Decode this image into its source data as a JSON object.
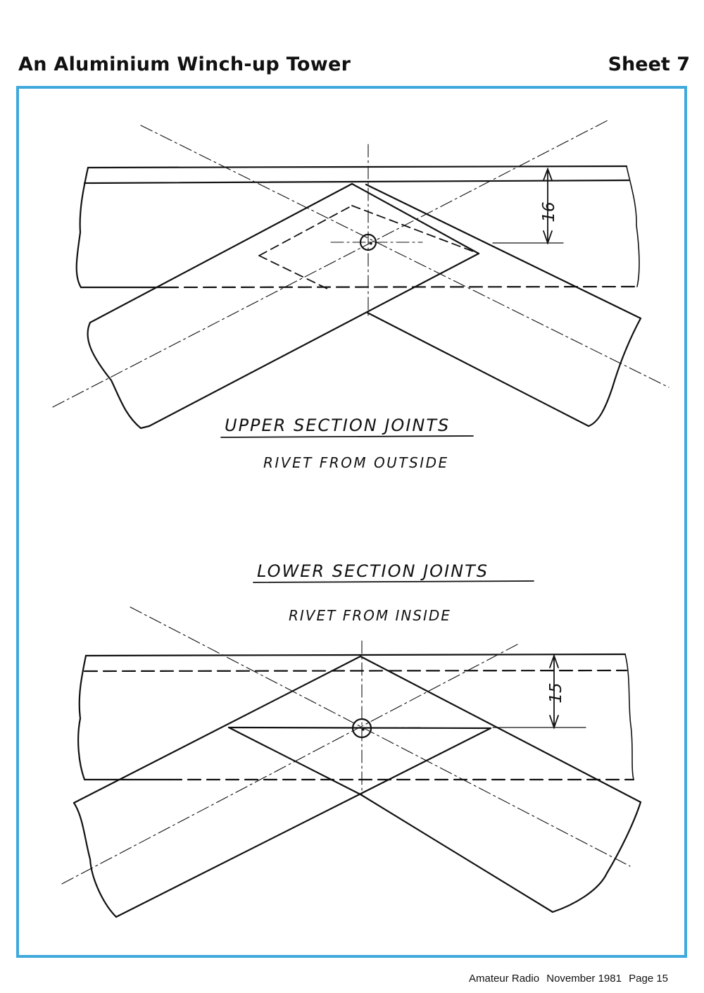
{
  "header": {
    "title": "An Aluminium Winch-up Tower",
    "sheet": "Sheet 7"
  },
  "upper_diagram": {
    "title": "UPPER SECTION JOINTS",
    "subtitle": "RIVET FROM OUTSIDE",
    "dimension": "16"
  },
  "lower_diagram": {
    "title": "LOWER SECTION JOINTS",
    "subtitle": "RIVET FROM INSIDE",
    "dimension": "15"
  },
  "footer": {
    "publication": "Amateur Radio",
    "issue": "November 1981",
    "page": "Page 15"
  },
  "colors": {
    "frame": "#3fa9dc",
    "ink": "#111111"
  }
}
